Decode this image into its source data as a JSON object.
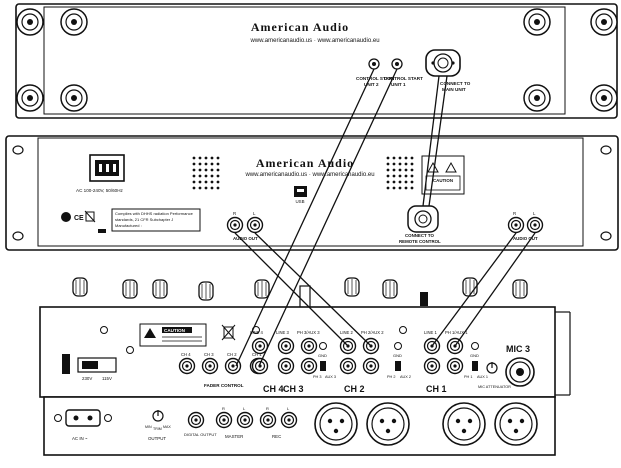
{
  "unit_top": {
    "brand": "American Audio",
    "web": "www.americanaudio.us · www.americanaudio.eu",
    "control_start_2": [
      "CONTROL START",
      "UNIT 2"
    ],
    "control_start_1": [
      "CONTROL START",
      "UNIT 1"
    ],
    "connect_to": [
      "CONNECT TO",
      "MAIN UNIT"
    ]
  },
  "unit_mid": {
    "brand": "American Audio",
    "web": "www.americanaudio.us · www.americanaudio.eu",
    "power_label": "AC 100-240V, 50/60Hz",
    "usb_label": "USB",
    "caution": "CAUTION",
    "compliance": [
      "Complies with DHHS radiation Performance",
      "standards, 21 CFR Subchapter J",
      "Manufactured :"
    ],
    "audio_out_left": "AUDIO OUT",
    "audio_out_right": "AUDIO OUT",
    "remote": [
      "CONNECT TO",
      "REMOTE CONTROL"
    ],
    "ch_labels": [
      "R",
      "L"
    ]
  },
  "mixer": {
    "caution": "CAUTION",
    "voltage": [
      "230V",
      "115V"
    ],
    "fader_control": "FADER CONTROL",
    "ch_small": [
      "CH 4",
      "CH 3",
      "CH 2",
      "CH 1"
    ],
    "ch_big": [
      "CH 4",
      "CH 3",
      "CH 2",
      "CH 1"
    ],
    "inputs": [
      "LINE 4",
      "LINE 3",
      "PH 3/AUX 3",
      "LINE 2",
      "PH 2/AUX 2",
      "LINE 1",
      "PH 1/AUX 1"
    ],
    "mic3": "MIC 3",
    "mic_att": "MIC ATTENUATOR",
    "gnd": "GND",
    "ph_aux": [
      "PH 3",
      "AUX 3",
      "PH 2",
      "AUX 2",
      "PH 1",
      "AUX 1"
    ],
    "bottom": [
      "AC IN ~",
      "OUTPUT",
      "DIGITAL OUTPUT",
      "MASTER",
      "REC"
    ],
    "balance": [
      "MIN",
      "TRIM",
      "MAX"
    ],
    "lr": [
      "R",
      "L"
    ]
  }
}
